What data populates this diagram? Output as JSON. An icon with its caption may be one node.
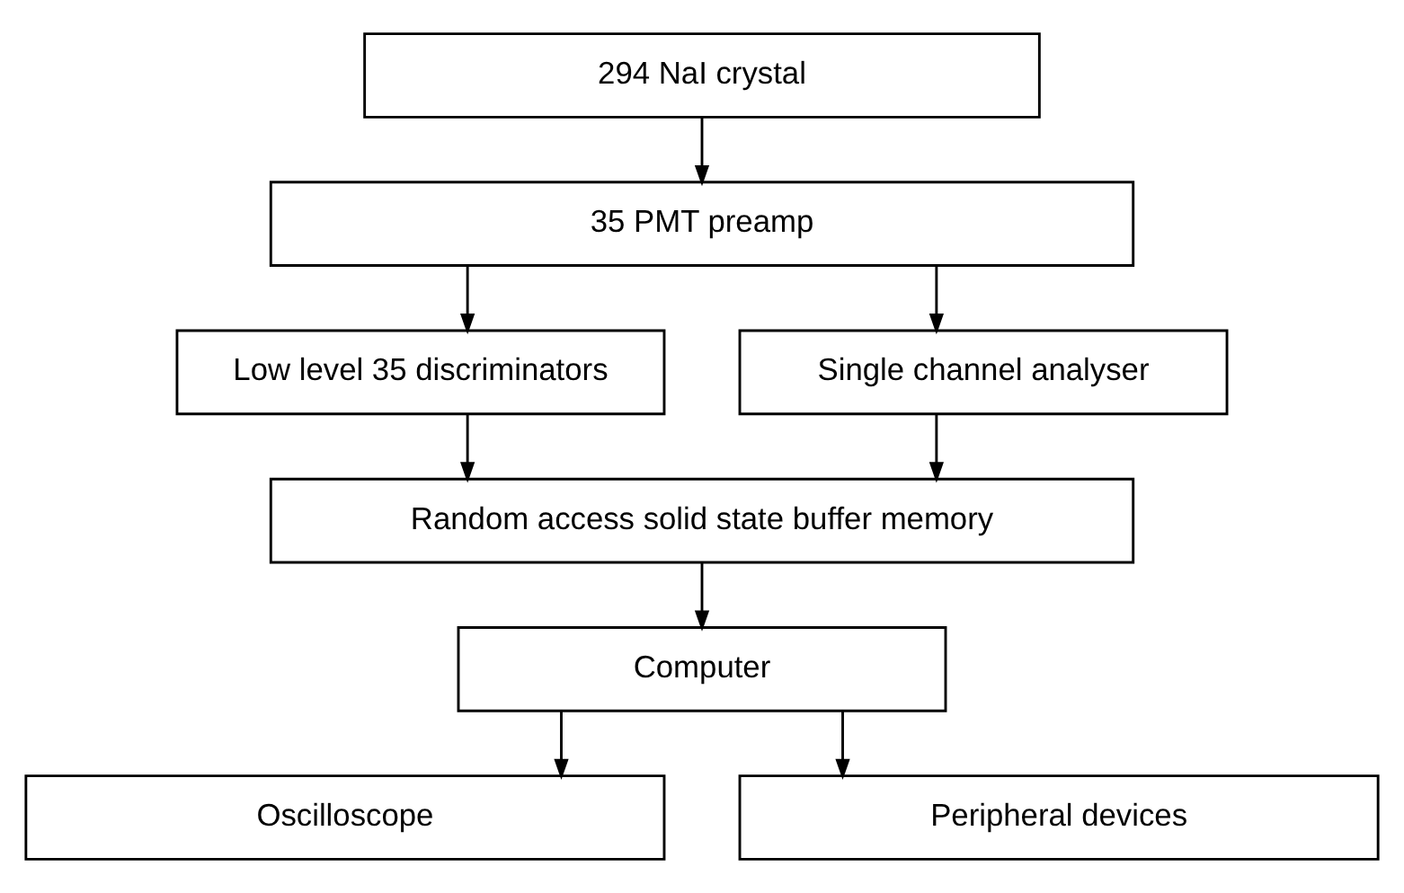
{
  "diagram": {
    "nodes": [
      {
        "text": [
          "294 NaI crystal"
        ]
      },
      {
        "text": [
          "35 PMT preamp"
        ]
      },
      {
        "text": [
          "Low level 35 discriminators"
        ]
      },
      {
        "text": [
          "Single channel analyser"
        ]
      },
      {
        "text": [
          "Random access solid state buffer memory"
        ]
      },
      {
        "text": [
          "Computer"
        ]
      },
      {
        "text": [
          "Oscilloscope"
        ]
      },
      {
        "text": [
          "Peripheral devices"
        ]
      }
    ],
    "edges": [
      {
        "from": 0,
        "to": 1,
        "arrow": "to"
      },
      {
        "from": 1,
        "to": 2,
        "arrow": "to"
      },
      {
        "from": 1,
        "to": 3,
        "arrow": "to"
      },
      {
        "from": 2,
        "to": 4,
        "arrow": "to"
      },
      {
        "from": 3,
        "to": 4,
        "arrow": "to"
      },
      {
        "from": 4,
        "to": 5,
        "arrow": "to"
      },
      {
        "from": 5,
        "to": 6,
        "arrow": "to"
      },
      {
        "from": 5,
        "to": 7,
        "arrow": "to"
      }
    ]
  }
}
